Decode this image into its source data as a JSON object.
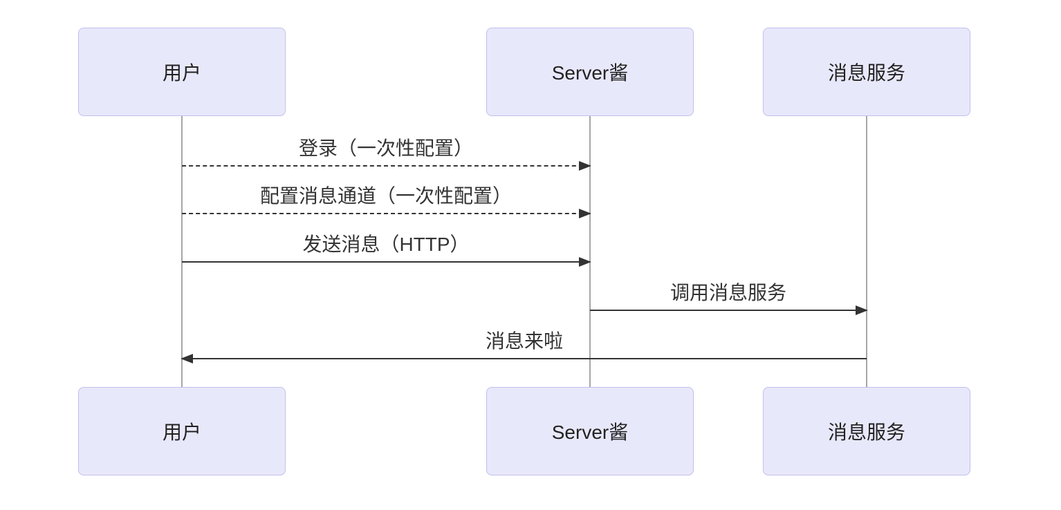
{
  "diagram": {
    "type": "sequence-diagram",
    "background": "#ffffff"
  },
  "colors": {
    "actor_fill": "#e8e8fb",
    "actor_border": "#bfbfee",
    "lifeline": "#a6a6a6",
    "message": "#333333",
    "actor_text": "#222222"
  },
  "actors": [
    {
      "id": "user",
      "label": "用户"
    },
    {
      "id": "serverchan",
      "label": "Server酱"
    },
    {
      "id": "message-service",
      "label": "消息服务"
    }
  ],
  "messages": [
    {
      "from": "用户",
      "to": "Server酱",
      "label": "登录（一次性配置）",
      "style": "dashed",
      "direction": "right"
    },
    {
      "from": "用户",
      "to": "Server酱",
      "label": "配置消息通道（一次性配置）",
      "style": "dashed",
      "direction": "right"
    },
    {
      "from": "用户",
      "to": "Server酱",
      "label": "发送消息（HTTP）",
      "style": "solid",
      "direction": "right"
    },
    {
      "from": "Server酱",
      "to": "消息服务",
      "label": "调用消息服务",
      "style": "solid",
      "direction": "right"
    },
    {
      "from": "消息服务",
      "to": "用户",
      "label": "消息来啦",
      "style": "solid",
      "direction": "left"
    }
  ]
}
